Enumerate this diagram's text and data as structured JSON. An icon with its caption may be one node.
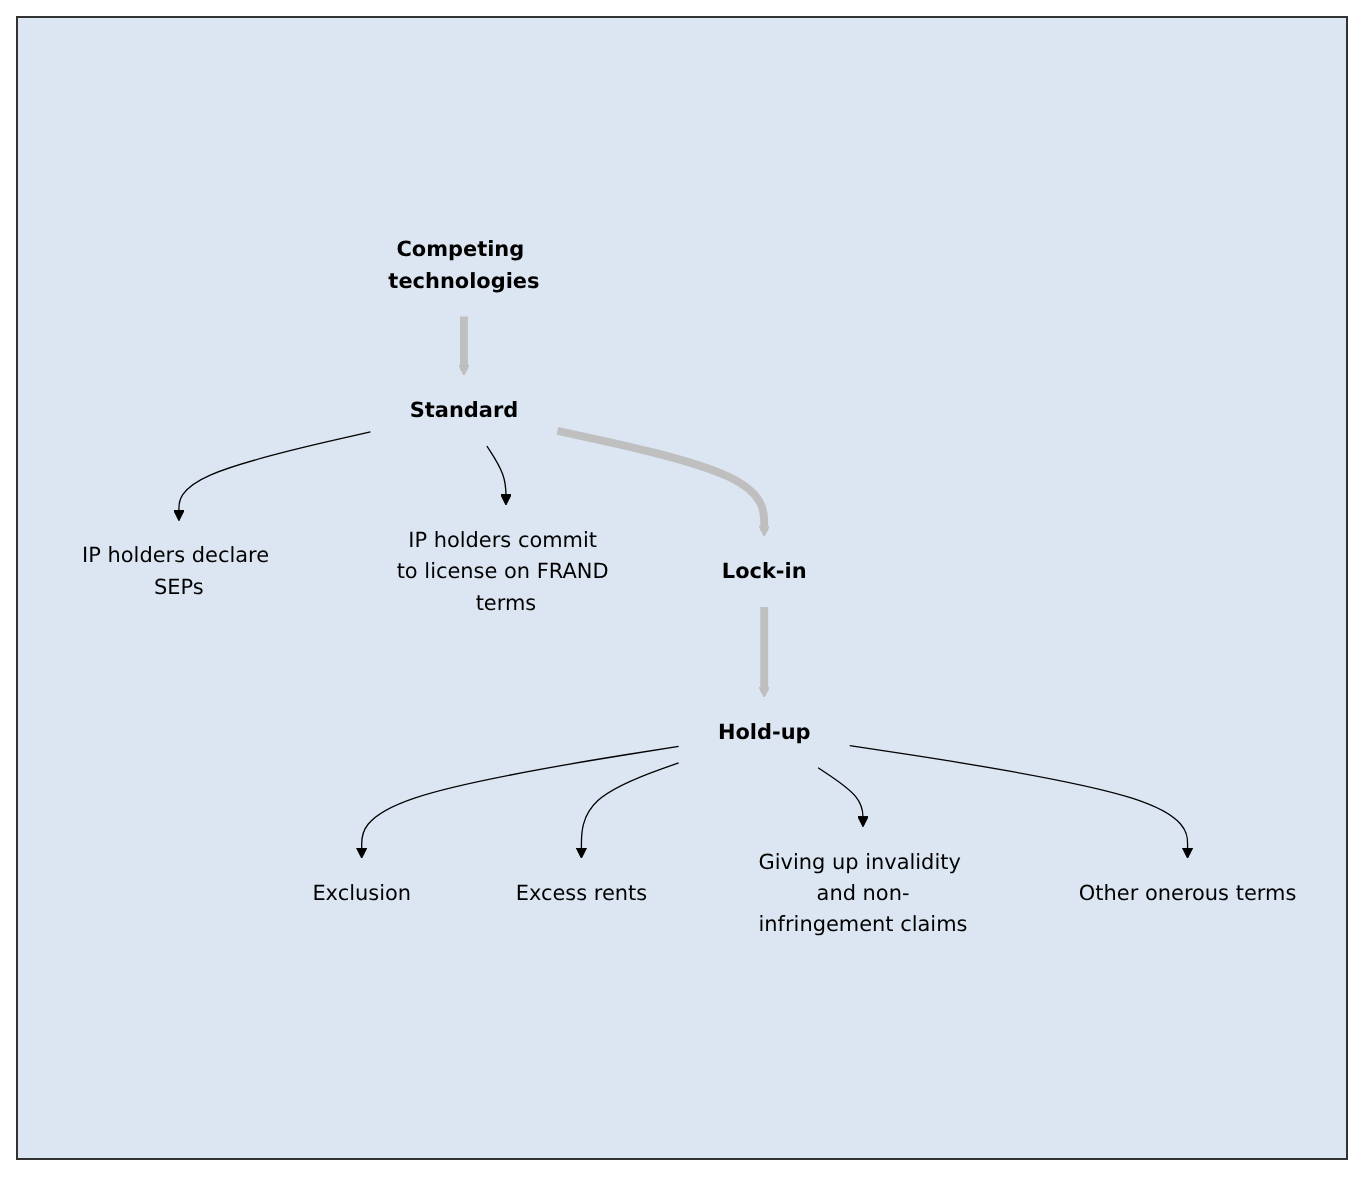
{
  "diagram": {
    "nodes": [
      {
        "text": [
          "Competing technologies"
        ]
      },
      {
        "text": [
          "Standard"
        ]
      },
      {
        "text": [
          "IP holders declare SEPs"
        ]
      },
      {
        "text": [
          "IP holders commit to license on FRAND terms"
        ]
      },
      {
        "text": [
          "Lock-in"
        ]
      },
      {
        "text": [
          "Hold-up"
        ]
      },
      {
        "text": [
          "Exclusion"
        ]
      },
      {
        "text": [
          "Excess rents"
        ]
      },
      {
        "text": [
          "Giving up invalidity and non-infringement claims"
        ]
      },
      {
        "text": [
          "Other onerous terms"
        ]
      }
    ],
    "edges": [
      {
        "from": 0,
        "to": 1,
        "arrow": "to",
        "style": "thick",
        "color": "#bfbfbf"
      },
      {
        "from": 1,
        "to": 2,
        "arrow": "to"
      },
      {
        "from": 1,
        "to": 3,
        "arrow": "to"
      },
      {
        "from": 1,
        "to": 4,
        "arrow": "to",
        "style": "thick",
        "color": "#bfbfbf"
      },
      {
        "from": 4,
        "to": 5,
        "arrow": "to",
        "style": "thick",
        "color": "#bfbfbf"
      },
      {
        "from": 5,
        "to": 6,
        "arrow": "to"
      },
      {
        "from": 5,
        "to": 7,
        "arrow": "to"
      },
      {
        "from": 5,
        "to": 8,
        "arrow": "to"
      },
      {
        "from": 5,
        "to": 9,
        "arrow": "to"
      }
    ]
  }
}
